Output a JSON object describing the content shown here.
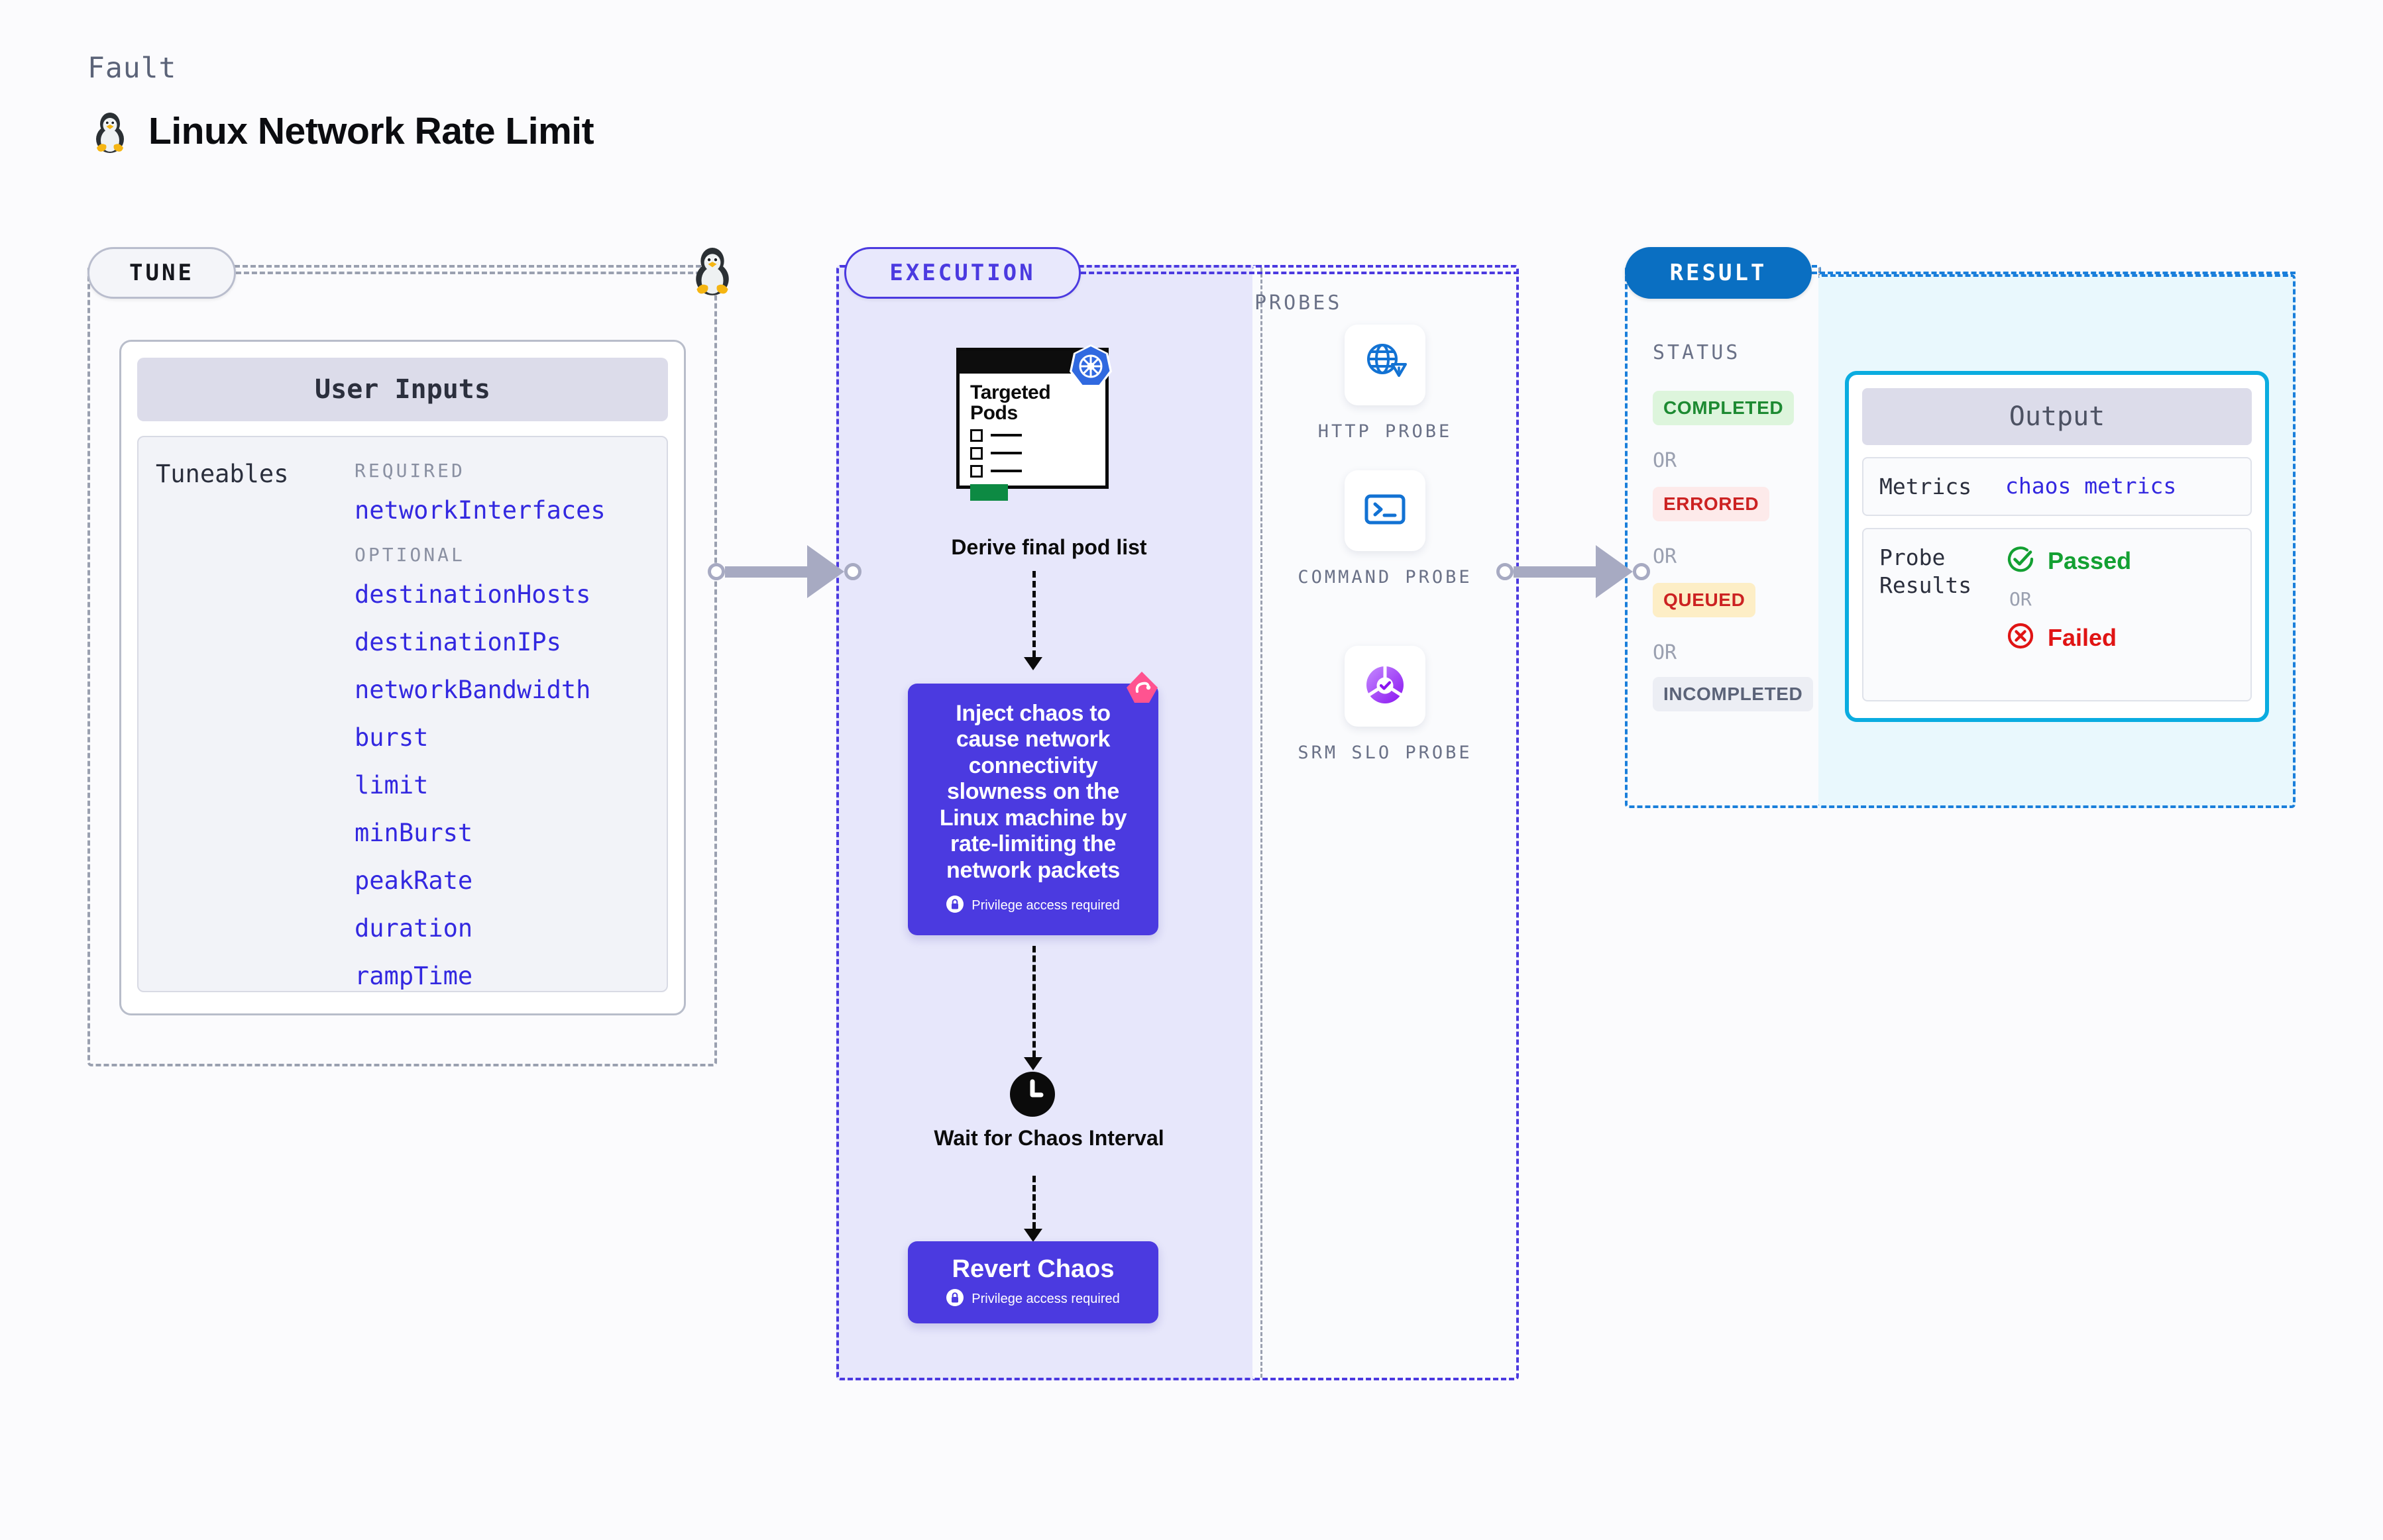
{
  "header": {
    "eyebrow": "Fault",
    "title": "Linux Network Rate Limit",
    "icon": "tux-penguin-icon"
  },
  "colors": {
    "accent_purple": "#4b3ae0",
    "tune_border": "#9aa0b0",
    "result_blue": "#0a6fc2",
    "output_cyan": "#0aace0",
    "badge_link": "#3328e0",
    "status_completed_text": "#1d8a32",
    "status_completed_bg": "#ddf5dc",
    "status_errored_text": "#cc2222",
    "status_errored_bg": "#fdeaea",
    "status_queued_text": "#cc2222",
    "status_queued_bg": "#fdeec6",
    "status_incompleted_text": "#5b6378",
    "status_incompleted_bg": "#eceef4",
    "passed_green": "#13a032",
    "failed_red": "#e01414"
  },
  "tune": {
    "pill_label": "TUNE",
    "card_title": "User Inputs",
    "tuneables_label": "Tuneables",
    "groups": [
      {
        "label": "REQUIRED",
        "items": [
          "networkInterfaces"
        ]
      },
      {
        "label": "OPTIONAL",
        "items": [
          "destinationHosts",
          "destinationIPs",
          "networkBandwidth",
          "burst",
          "limit",
          "minBurst",
          "peakRate",
          "duration",
          "rampTime"
        ]
      }
    ]
  },
  "execution": {
    "pill_label": "EXECUTION",
    "pods_card_title": "Targeted Pods",
    "pods_caption": "Derive final pod list",
    "chaos_text": "Inject chaos to cause network connectivity slowness on the Linux machine by rate-limiting the network packets",
    "privilege_note": "Privilege access required",
    "wait_caption": "Wait for Chaos Interval",
    "revert_title": "Revert Chaos",
    "revert_note": "Privilege access required",
    "k8s_icon": "kubernetes-helm-icon",
    "litmus_icon": "litmus-chaos-icon",
    "clock_icon": "clock-icon",
    "lock_icon": "lock-icon"
  },
  "probes": {
    "label": "PROBES",
    "items": [
      {
        "name": "HTTP PROBE",
        "icon": "globe-warning-icon"
      },
      {
        "name": "COMMAND PROBE",
        "icon": "terminal-icon"
      },
      {
        "name": "SRM SLO PROBE",
        "icon": "slo-donut-check-icon"
      }
    ]
  },
  "result": {
    "pill_label": "RESULT",
    "status_label": "STATUS",
    "or_label": "OR",
    "statuses": [
      {
        "label": "COMPLETED",
        "text_color": "#1d8a32",
        "bg_color": "#ddf5dc"
      },
      {
        "label": "ERRORED",
        "text_color": "#cc2222",
        "bg_color": "#fdeaea"
      },
      {
        "label": "QUEUED",
        "text_color": "#cc2222",
        "bg_color": "#fdeec6"
      },
      {
        "label": "INCOMPLETED",
        "text_color": "#5b6378",
        "bg_color": "#eceef4"
      }
    ]
  },
  "output": {
    "card_title": "Output",
    "metrics_key": "Metrics",
    "metrics_value": "chaos metrics",
    "probe_results_key": "Probe Results",
    "passed_label": "Passed",
    "failed_label": "Failed",
    "or_label": "OR",
    "passed_icon": "check-circle-icon",
    "failed_icon": "x-circle-icon"
  }
}
